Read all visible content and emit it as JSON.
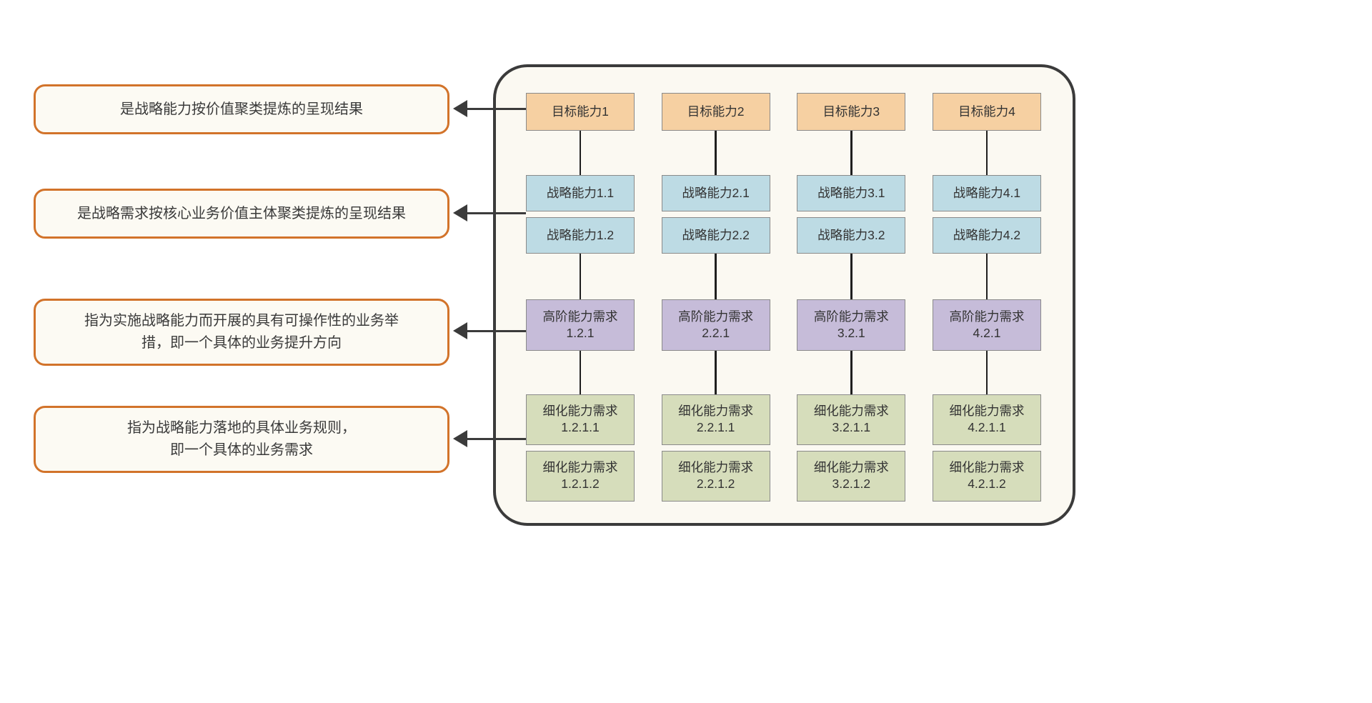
{
  "colors": {
    "page_bg": "#ffffff",
    "container_bg": "#fbf9f2",
    "container_border": "#3b3b3b",
    "target_fill": "#f6d0a2",
    "strategic_fill": "#bddbe4",
    "high_level_fill": "#c6bcd9",
    "refined_fill": "#d6ddbb",
    "node_border": "#8a8a8a",
    "callout_bg": "#fcfaf3",
    "callout_border": "#d2732a",
    "text": "#3a3a3a",
    "arrow": "#3b3b3b"
  },
  "annotations": [
    {
      "lines": [
        "是战略能力按价值聚类提炼的呈现结果"
      ]
    },
    {
      "lines": [
        "是战略需求按核心业务价值主体聚类提炼的呈现结果"
      ]
    },
    {
      "lines": [
        "指为实施战略能力而开展的具有可操作性的业务举",
        "措，即一个具体的业务提升方向"
      ]
    },
    {
      "lines": [
        "指为战略能力落地的具体业务规则，",
        "即一个具体的业务需求"
      ]
    }
  ],
  "diagram": {
    "columns": [
      {
        "target": "目标能力1",
        "strategic_1": "战略能力1.1",
        "strategic_2": "战略能力1.2",
        "high_label": "高阶能力需求",
        "high_code": "1.2.1",
        "refined_label": "细化能力需求",
        "refined_code_1": "1.2.1.1",
        "refined_code_2": "1.2.1.2"
      },
      {
        "target": "目标能力2",
        "strategic_1": "战略能力2.1",
        "strategic_2": "战略能力2.2",
        "high_label": "高阶能力需求",
        "high_code": "2.2.1",
        "refined_label": "细化能力需求",
        "refined_code_1": "2.2.1.1",
        "refined_code_2": "2.2.1.2"
      },
      {
        "target": "目标能力3",
        "strategic_1": "战略能力3.1",
        "strategic_2": "战略能力3.2",
        "high_label": "高阶能力需求",
        "high_code": "3.2.1",
        "refined_label": "细化能力需求",
        "refined_code_1": "3.2.1.1",
        "refined_code_2": "3.2.1.2"
      },
      {
        "target": "目标能力4",
        "strategic_1": "战略能力4.1",
        "strategic_2": "战略能力4.2",
        "high_label": "高阶能力需求",
        "high_code": "4.2.1",
        "refined_label": "细化能力需求",
        "refined_code_1": "4.2.1.1",
        "refined_code_2": "4.2.1.2"
      }
    ]
  }
}
